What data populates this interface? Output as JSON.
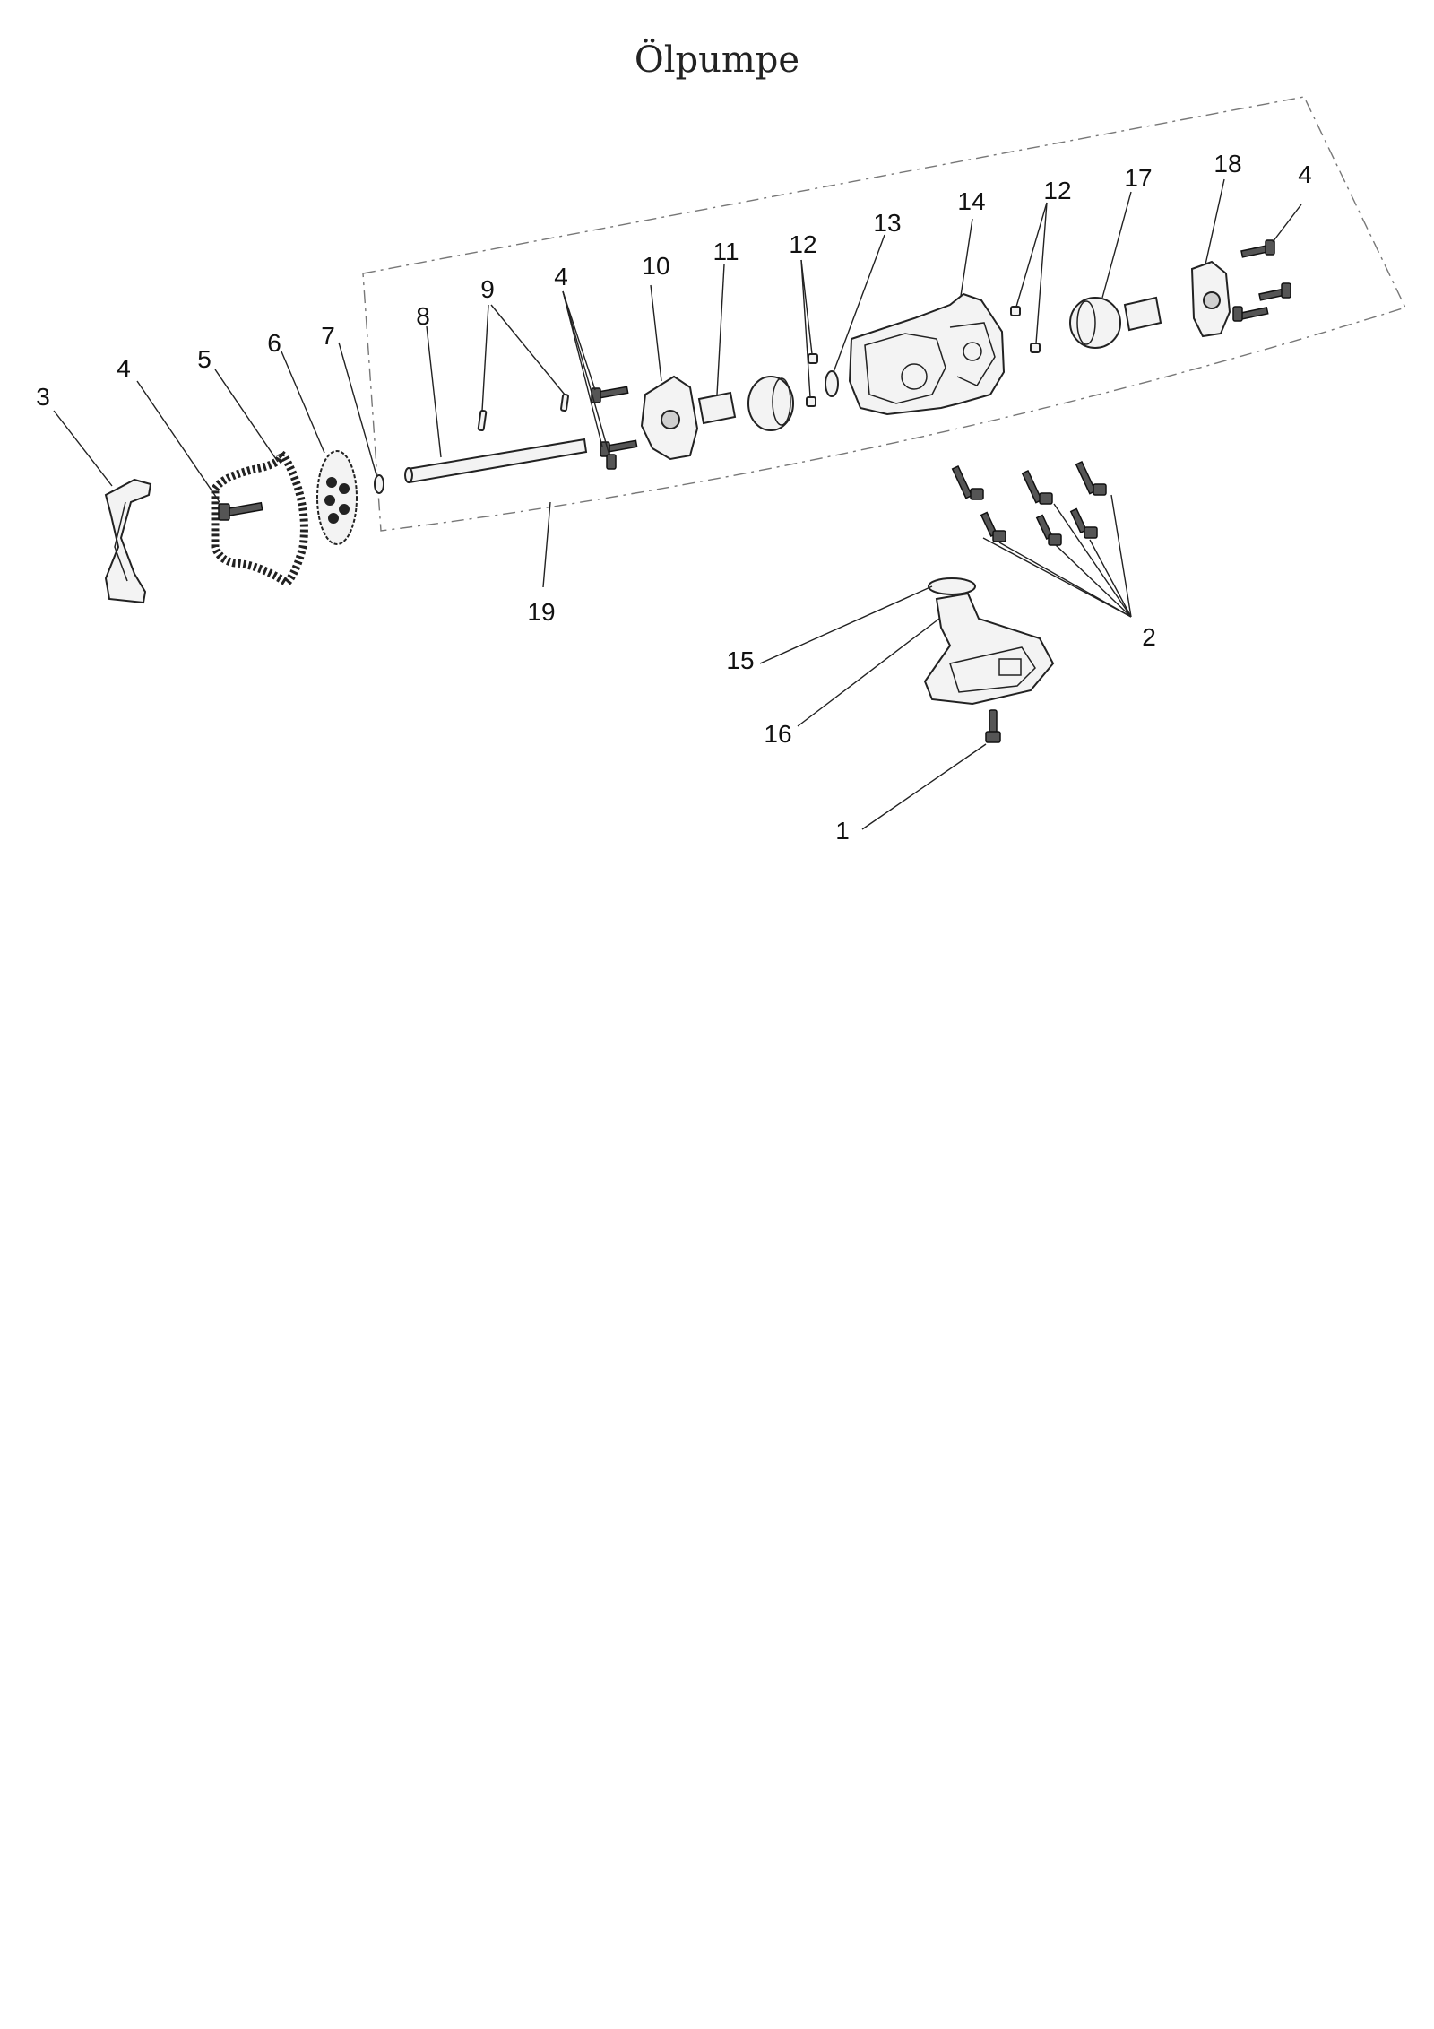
{
  "title": "Ölpumpe",
  "callouts": {
    "c1": "1",
    "c2": "2",
    "c3": "3",
    "c4a": "4",
    "c4b": "4",
    "c4c": "4",
    "c5": "5",
    "c6": "6",
    "c7": "7",
    "c8": "8",
    "c9": "9",
    "c10": "10",
    "c11": "11",
    "c12a": "12",
    "c12b": "12",
    "c13": "13",
    "c14": "14",
    "c15": "15",
    "c16": "16",
    "c17": "17",
    "c18": "18",
    "c19": "19"
  }
}
